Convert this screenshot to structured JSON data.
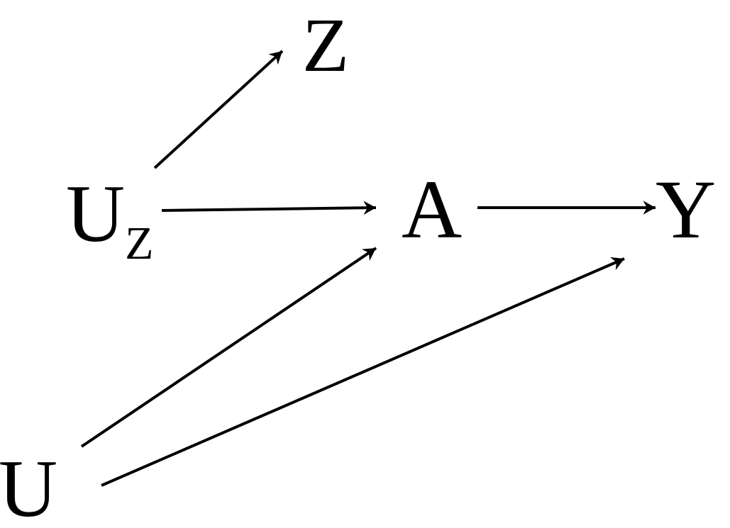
{
  "diagram": {
    "type": "causal-dag",
    "nodes": [
      {
        "id": "Z",
        "label": "Z"
      },
      {
        "id": "UZ",
        "label": "U",
        "subscript": "Z"
      },
      {
        "id": "A",
        "label": "A"
      },
      {
        "id": "Y",
        "label": "Y"
      },
      {
        "id": "U",
        "label": "U"
      }
    ],
    "edges": [
      {
        "from": "UZ",
        "to": "Z"
      },
      {
        "from": "UZ",
        "to": "A"
      },
      {
        "from": "A",
        "to": "Y"
      },
      {
        "from": "U",
        "to": "A"
      },
      {
        "from": "U",
        "to": "Y"
      }
    ],
    "colors": {
      "ink": "#000000",
      "background": "#ffffff"
    }
  }
}
